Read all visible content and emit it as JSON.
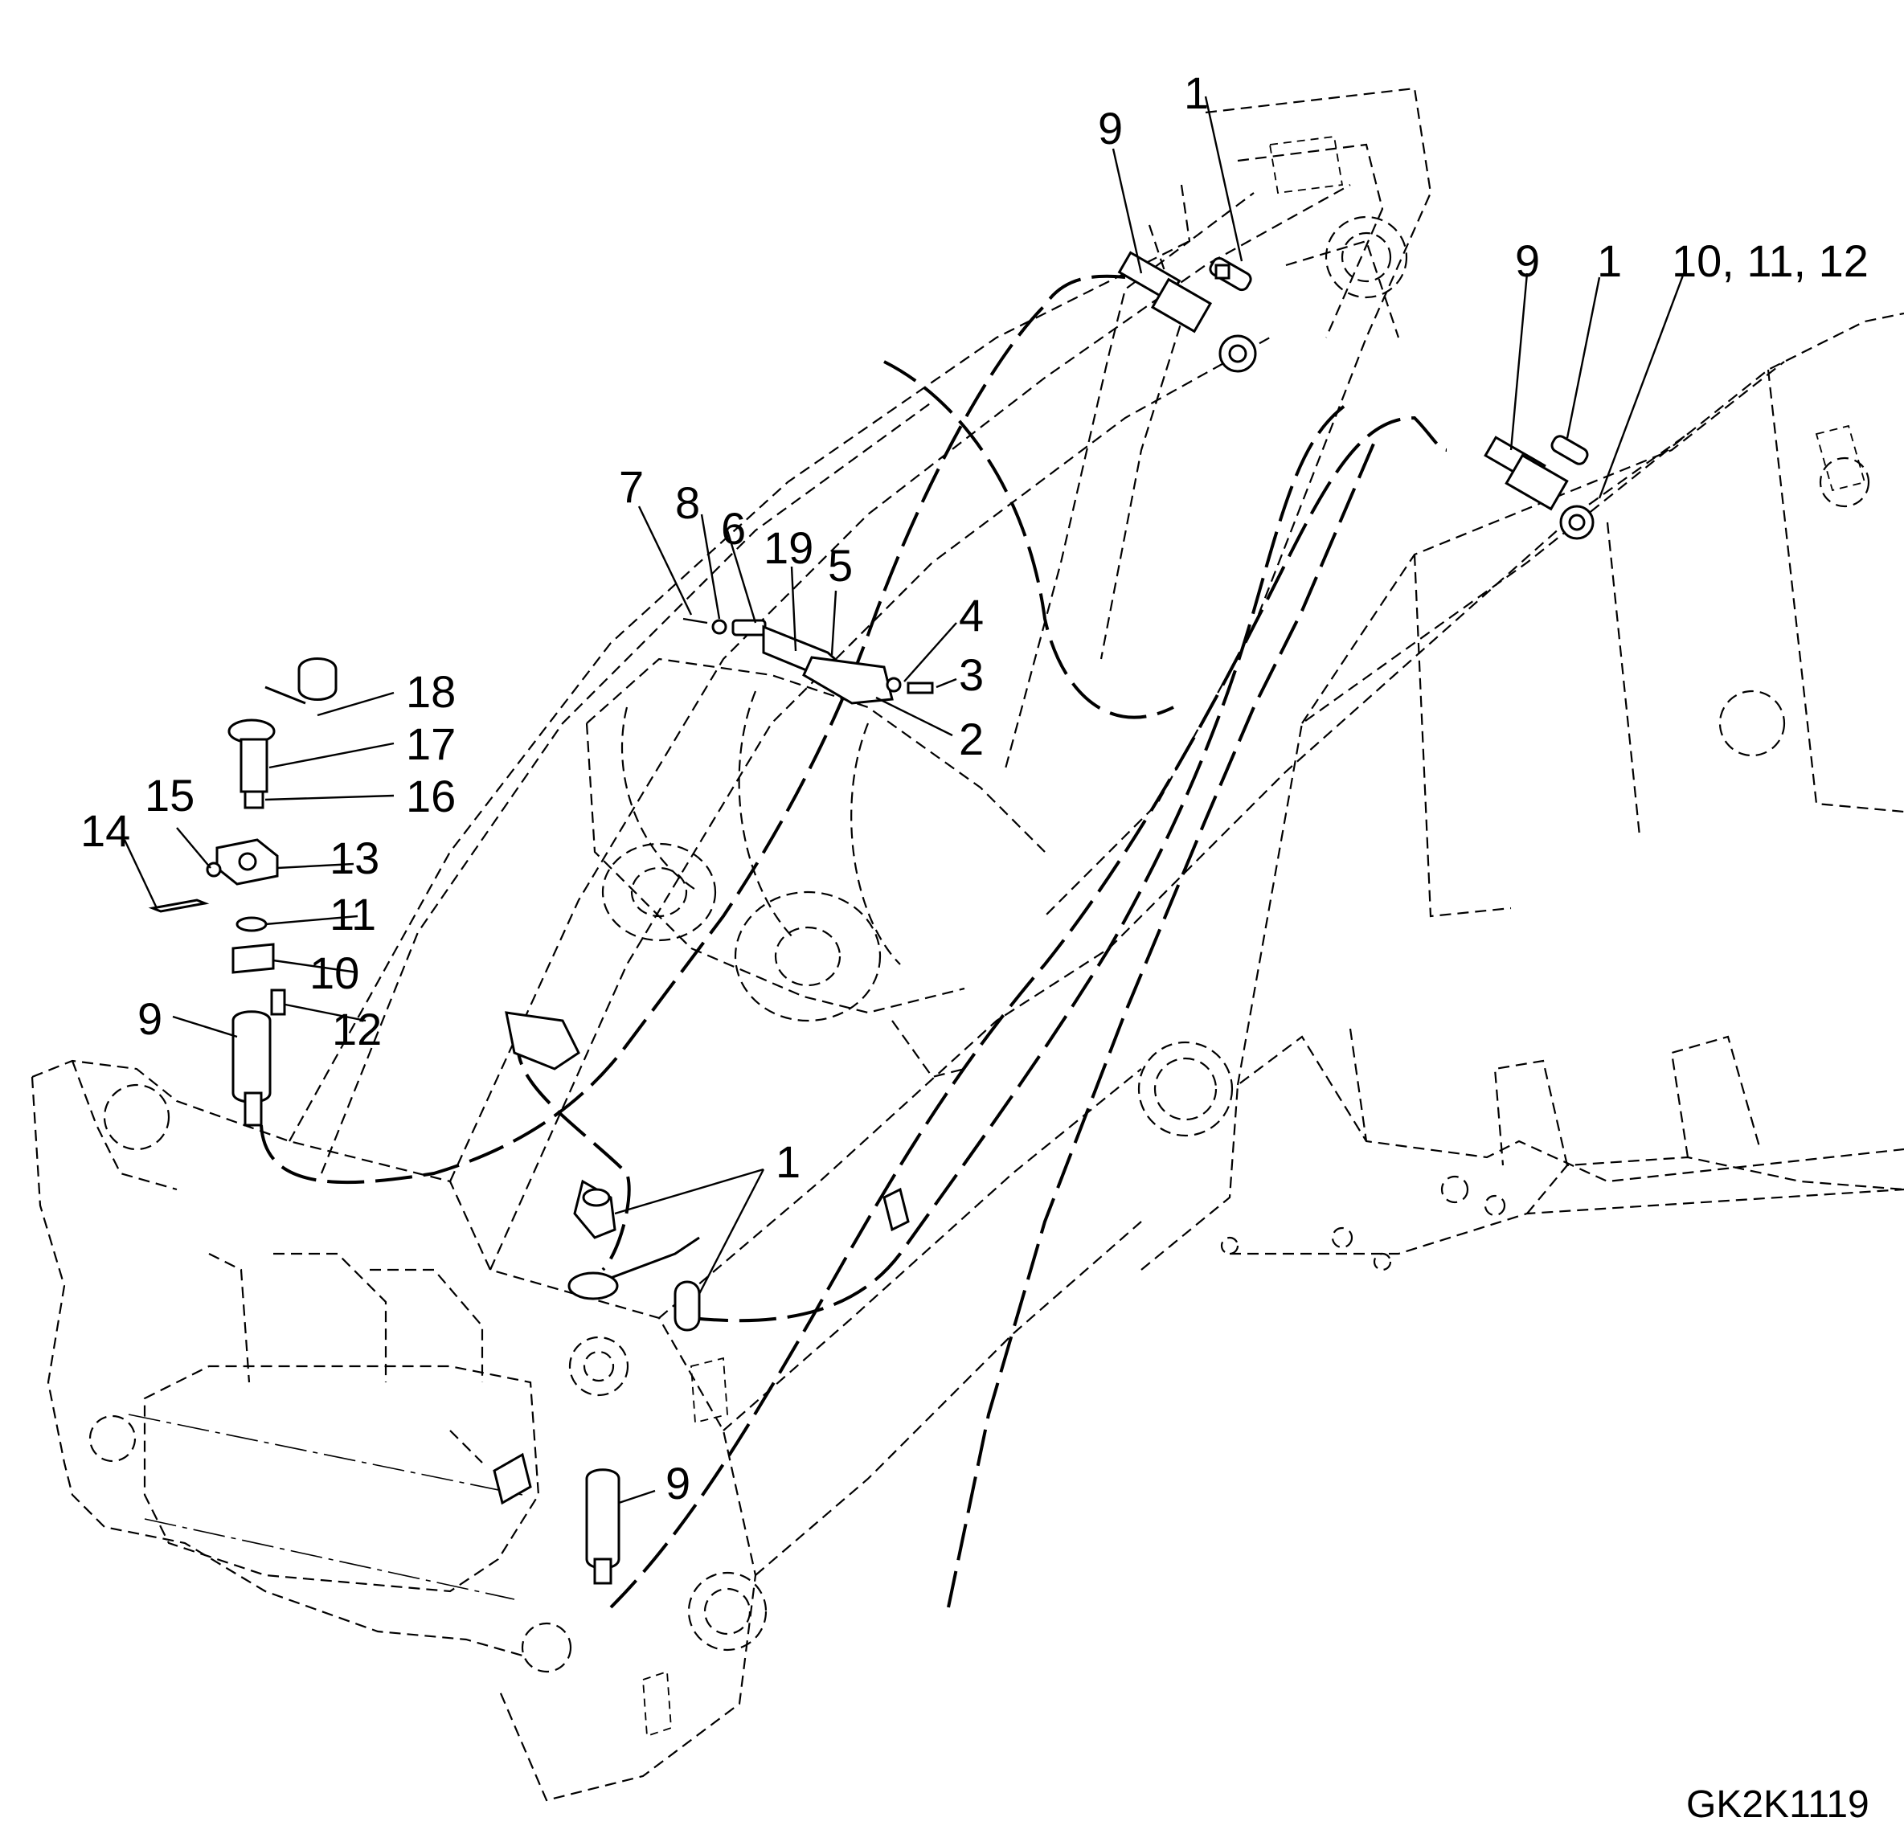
{
  "figure_code": "GK2K1119",
  "callouts": {
    "c1_top": "1",
    "c9_top": "9",
    "c9_right": "9",
    "c1_right": "1",
    "c10_11_12_right": "10, 11, 12",
    "c7": "7",
    "c8": "8",
    "c6": "6",
    "c19": "19",
    "c5": "5",
    "c4": "4",
    "c3": "3",
    "c2": "2",
    "c18": "18",
    "c17": "17",
    "c16": "16",
    "c15": "15",
    "c14": "14",
    "c13": "13",
    "c11": "11",
    "c10": "10",
    "c12": "12",
    "c9_left": "9",
    "c1_mid": "1",
    "c9_bottom": "9"
  }
}
